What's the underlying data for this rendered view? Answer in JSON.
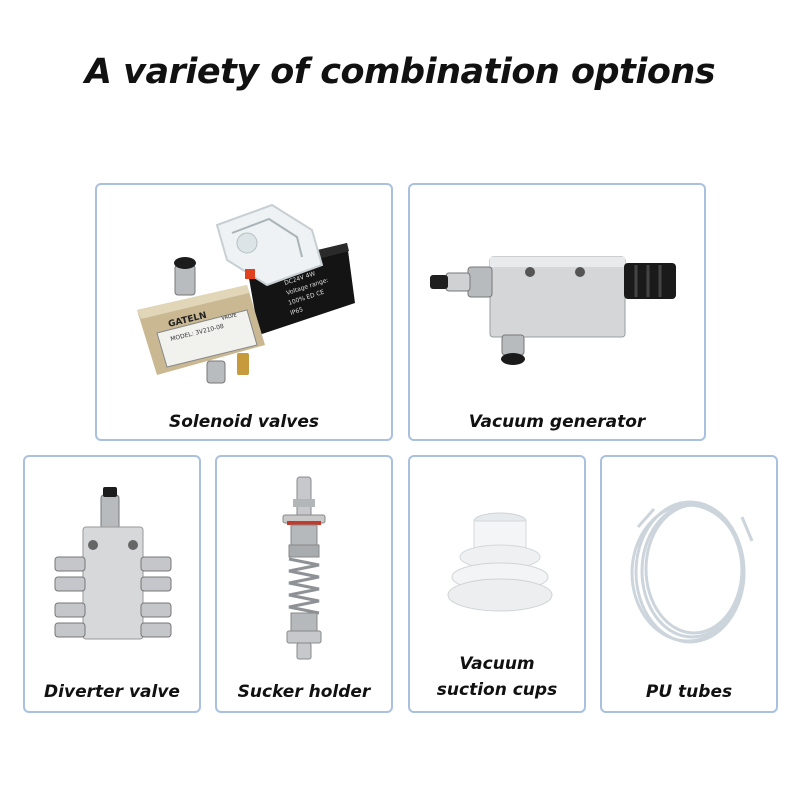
{
  "headline": "A variety of combination options",
  "products": [
    {
      "caption": "Solenoid valves",
      "label_brand": "GATELN",
      "label_model": "MODEL: 3V210-08",
      "label_valve": "VALVE",
      "coil_text_1": "DC24V   4W",
      "coil_text_2": "Voltage range:",
      "coil_text_3": "100% ED  CE",
      "coil_text_4": "IP65"
    },
    {
      "caption": "Vacuum generator"
    },
    {
      "caption": "Diverter valve"
    },
    {
      "caption": "Sucker holder"
    },
    {
      "caption_line1": "Vacuum",
      "caption_line2": "suction cups"
    },
    {
      "caption": "PU tubes"
    }
  ],
  "colors": {
    "card_border": "#a9c1de",
    "headline": "#111111"
  }
}
